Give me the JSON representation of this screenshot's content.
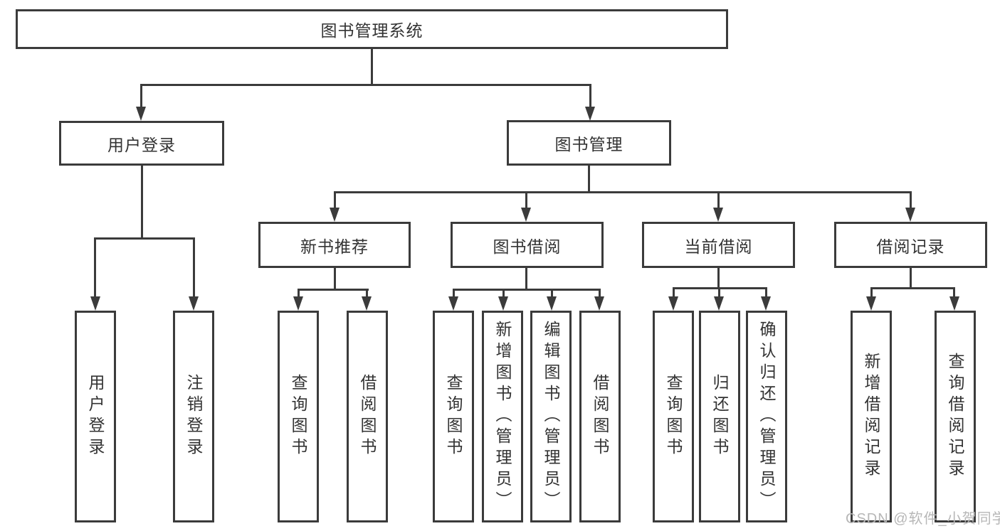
{
  "colors": {
    "line": "#3b3b3b",
    "text": "#333333",
    "background": "#ffffff",
    "watermark": "#b7b7b7"
  },
  "watermark": "CSDN @软件_小贺同学",
  "nodes": {
    "root": "图书管理系统",
    "level1": {
      "user_login": "用户登录",
      "book_management": "图书管理"
    },
    "level2": {
      "new_book_recommend": "新书推荐",
      "book_borrowing": "图书借阅",
      "current_borrowing": "当前借阅",
      "borrowing_records": "借阅记录"
    },
    "leaves": {
      "user_login": "用户登录",
      "logout": "注销登录",
      "nb_query_books": "查询图书",
      "nb_borrow_books": "借阅图书",
      "bb_query_books": "查询图书",
      "bb_add_books_admin": "新增图书（管理员）",
      "bb_edit_books_admin": "编辑图书（管理员）",
      "bb_borrow_books": "借阅图书",
      "cb_query_books": "查询图书",
      "cb_return_books": "归还图书",
      "cb_confirm_return_admin": "确认归还（管理员）",
      "br_add_record": "新增借阅记录",
      "br_query_record": "查询借阅记录"
    }
  }
}
